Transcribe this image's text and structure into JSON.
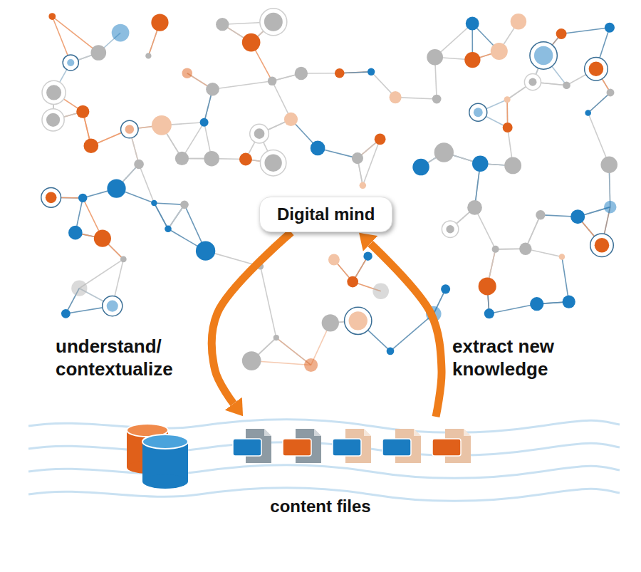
{
  "diagram": {
    "nodes": [
      {
        "text": [
          "Digital mind"
        ]
      },
      {
        "text": [
          "content files"
        ]
      }
    ],
    "edges": [
      {
        "from": 0,
        "to": 1,
        "arrow": "to",
        "label": "understand/ contextualize"
      },
      {
        "from": 1,
        "to": 0,
        "arrow": "to",
        "label": "extract new knowledge"
      }
    ]
  }
}
